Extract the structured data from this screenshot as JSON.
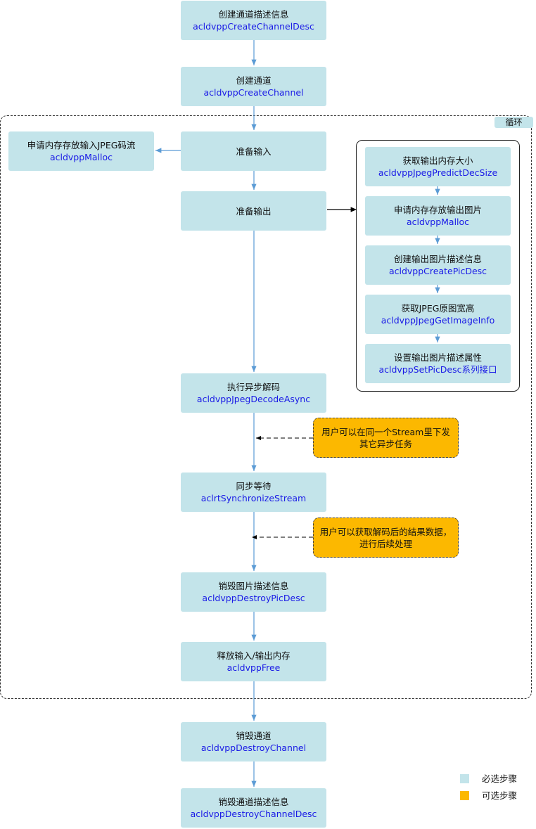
{
  "loop_label": "循环",
  "steps": {
    "create_channel_desc": {
      "title": "创建通道描述信息",
      "api": "acldvppCreateChannelDesc"
    },
    "create_channel": {
      "title": "创建通道",
      "api": "acldvppCreateChannel"
    },
    "prepare_input": {
      "title": "准备输入",
      "api": ""
    },
    "prepare_output": {
      "title": "准备输出",
      "api": ""
    },
    "decode_async": {
      "title": "执行异步解码",
      "api": "acldvppJpegDecodeAsync"
    },
    "sync_wait": {
      "title": "同步等待",
      "api": "aclrtSynchronizeStream"
    },
    "destroy_pic_desc": {
      "title": "销毁图片描述信息",
      "api": "acldvppDestroyPicDesc"
    },
    "free_mem": {
      "title": "释放输入/输出内存",
      "api": "acldvppFree"
    },
    "destroy_channel": {
      "title": "销毁通道",
      "api": "acldvppDestroyChannel"
    },
    "destroy_channel_desc": {
      "title": "销毁通道描述信息",
      "api": "acldvppDestroyChannelDesc"
    },
    "malloc_input": {
      "title": "申请内存存放输入JPEG码流",
      "api": "acldvppMalloc"
    }
  },
  "output_substeps": [
    {
      "title": "获取输出内存大小",
      "api": "acldvppJpegPredictDecSize"
    },
    {
      "title": "申请内存存放输出图片",
      "api": "acldvppMalloc"
    },
    {
      "title": "创建输出图片描述信息",
      "api": "acldvppCreatePicDesc"
    },
    {
      "title": "获取JPEG原图宽高",
      "api": "acldvppJpegGetImageInfo"
    },
    {
      "title": "设置输出图片描述属性",
      "api": "acldvppSetPicDesc系列接口"
    }
  ],
  "notes": {
    "other_tasks": "用户可以在同一个Stream里下发其它异步任务",
    "get_results": "用户可以获取解码后的结果数据，进行后续处理"
  },
  "legend": {
    "required": {
      "label": "必选步骤",
      "color": "#c3e4ea"
    },
    "optional": {
      "label": "可选步骤",
      "color": "#fcb800"
    }
  }
}
